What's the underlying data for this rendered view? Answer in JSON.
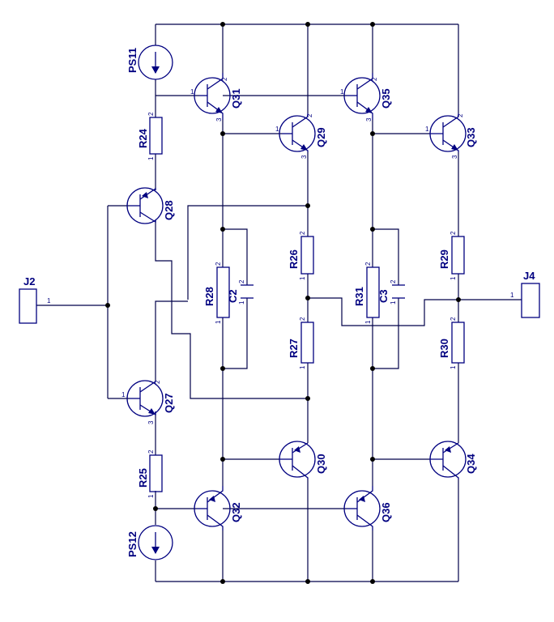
{
  "labels": {
    "ps11": "PS11",
    "ps12": "PS12",
    "j2": "J2",
    "j4": "J4",
    "r24": "R24",
    "r25": "R25",
    "r26": "R26",
    "r27": "R27",
    "r28": "R28",
    "r29": "R29",
    "r30": "R30",
    "r31": "R31",
    "c2": "C2",
    "c3": "C3",
    "q27": "Q27",
    "q28": "Q28",
    "q29": "Q29",
    "q30": "Q30",
    "q31": "Q31",
    "q32": "Q32",
    "q33": "Q33",
    "q34": "Q34",
    "q35": "Q35",
    "q36": "Q36"
  },
  "pins": {
    "one": "1",
    "two": "2",
    "three": "3"
  }
}
